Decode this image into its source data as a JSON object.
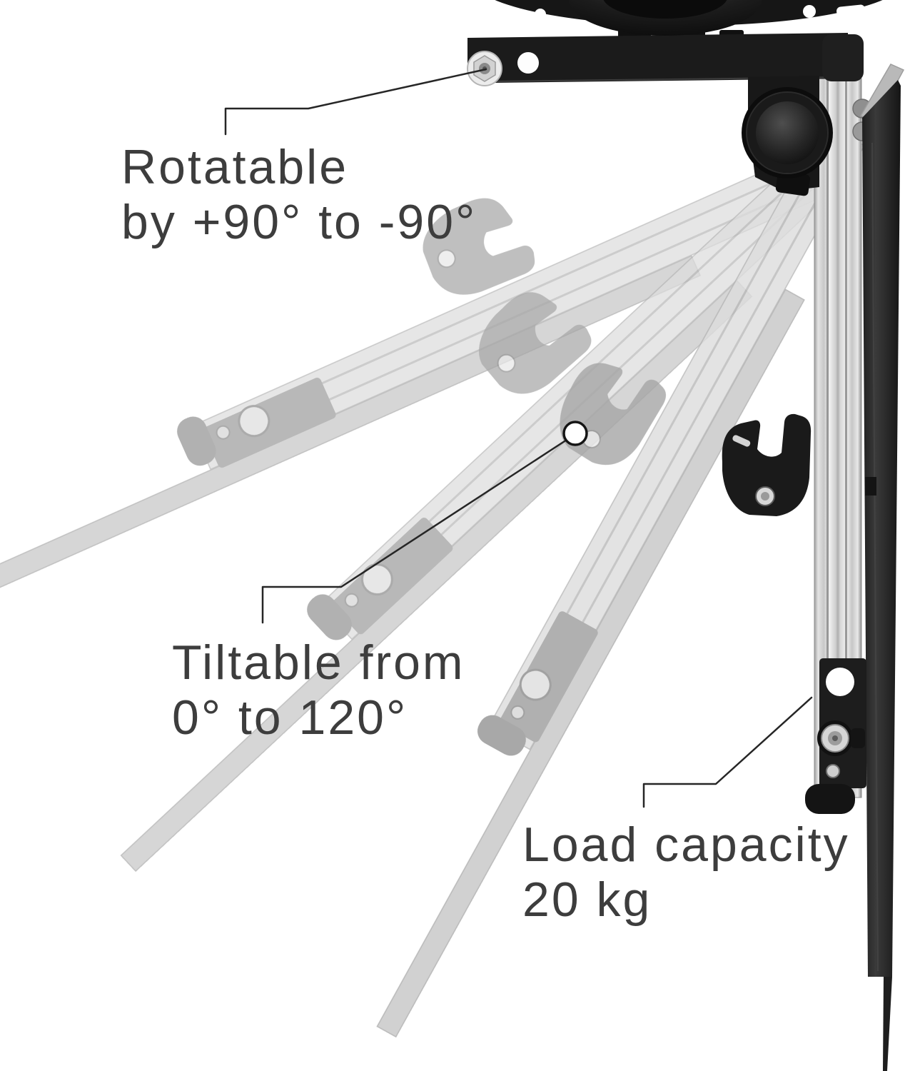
{
  "annotations": {
    "rotatable": {
      "line1": "Rotatable",
      "line2": "by +90° to -90°"
    },
    "tiltable": {
      "line1": "Tiltable from",
      "line2": "0° to 120°"
    },
    "load_capacity": {
      "line1": "Load capacity",
      "line2": "20 kg"
    }
  },
  "colors": {
    "background": "#ffffff",
    "text": "#3d3d3d",
    "callout_line": "#262626",
    "metal_black": "#1b1b1b",
    "rail_silver": "#d0d0d0",
    "ghost_gray": "#b5b5b5",
    "tv_plate_dark": "#262626"
  },
  "illustration": {
    "subject": "ceiling TV mount with tilt positions",
    "ghost_positions": 3
  }
}
